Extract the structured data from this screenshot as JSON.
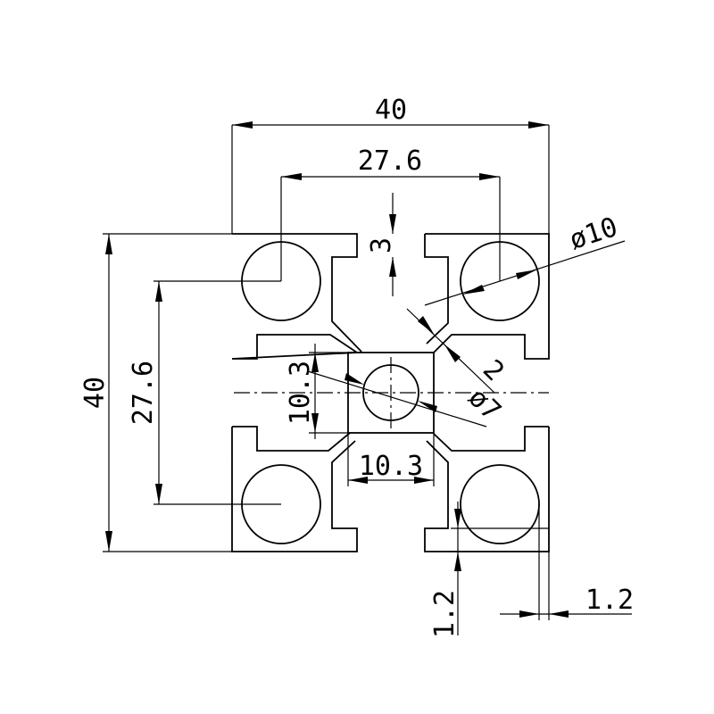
{
  "drawing": {
    "dimensions": {
      "overall_width": "40",
      "overall_height": "40",
      "hole_pitch_horizontal": "27.6",
      "hole_pitch_vertical": "27.6",
      "slot_depth": "3",
      "hole_diameter": "ø10",
      "wall_thickness": "2",
      "center_hole_diameter": "ø7",
      "core_height": "10.3",
      "core_width": "10.3",
      "lip_thickness_vertical": "1.2",
      "lip_thickness_horizontal": "1.2"
    }
  }
}
